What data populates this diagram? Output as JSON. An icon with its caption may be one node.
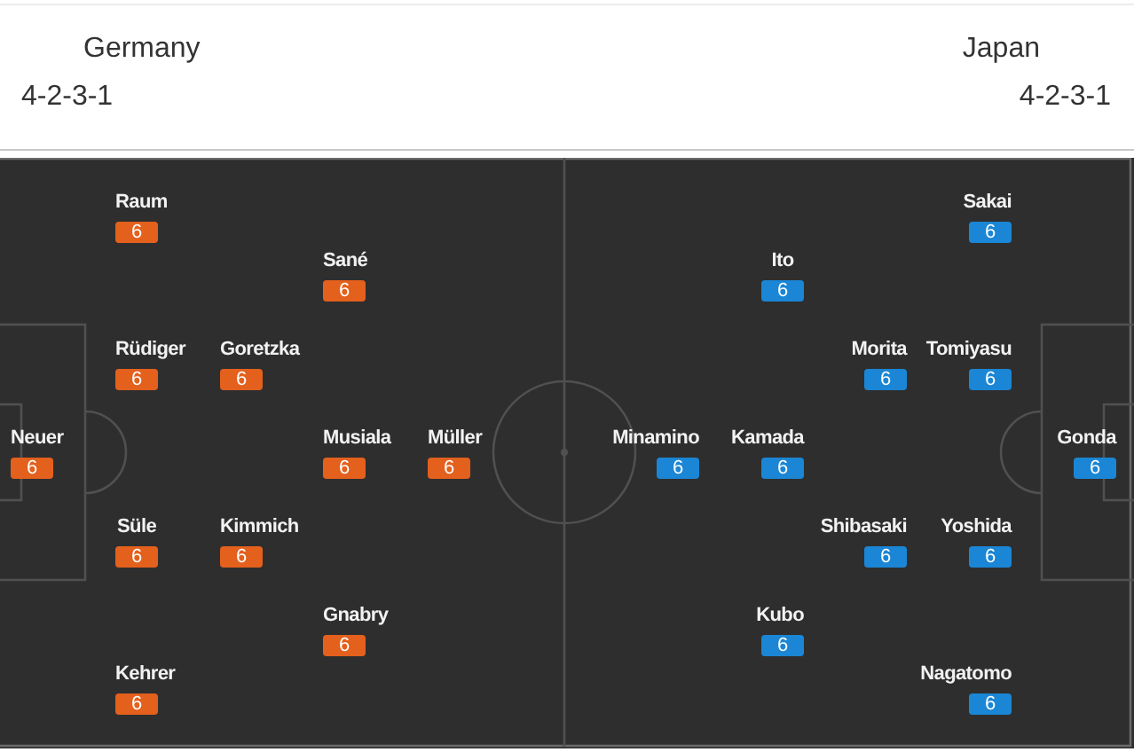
{
  "diagram": {
    "nodes": [
      {
        "text": [
          "Neuer",
          "6"
        ]
      },
      {
        "text": [
          "Raum",
          "6"
        ]
      },
      {
        "text": [
          "Rüdiger",
          "6"
        ]
      },
      {
        "text": [
          "Süle",
          "6"
        ]
      },
      {
        "text": [
          "Kehrer",
          "6"
        ]
      },
      {
        "text": [
          "Goretzka",
          "6"
        ]
      },
      {
        "text": [
          "Kimmich",
          "6"
        ]
      },
      {
        "text": [
          "Sané",
          "6"
        ]
      },
      {
        "text": [
          "Musiala",
          "6"
        ]
      },
      {
        "text": [
          "Gnabry",
          "6"
        ]
      },
      {
        "text": [
          "Müller",
          "6"
        ]
      },
      {
        "text": [
          "Gonda",
          "6"
        ]
      },
      {
        "text": [
          "Sakai",
          "6"
        ]
      },
      {
        "text": [
          "Tomiyasu",
          "6"
        ]
      },
      {
        "text": [
          "Yoshida",
          "6"
        ]
      },
      {
        "text": [
          "Nagatomo",
          "6"
        ]
      },
      {
        "text": [
          "Morita",
          "6"
        ]
      },
      {
        "text": [
          "Shibasaki",
          "6"
        ]
      },
      {
        "text": [
          "Ito",
          "6"
        ]
      },
      {
        "text": [
          "Kamada",
          "6"
        ]
      },
      {
        "text": [
          "Kubo",
          "6"
        ]
      },
      {
        "text": [
          "Minamino",
          "6"
        ]
      }
    ],
    "labels": [
      "Germany",
      "Japan",
      "4-2-3-1",
      "4-2-3-1"
    ]
  }
}
